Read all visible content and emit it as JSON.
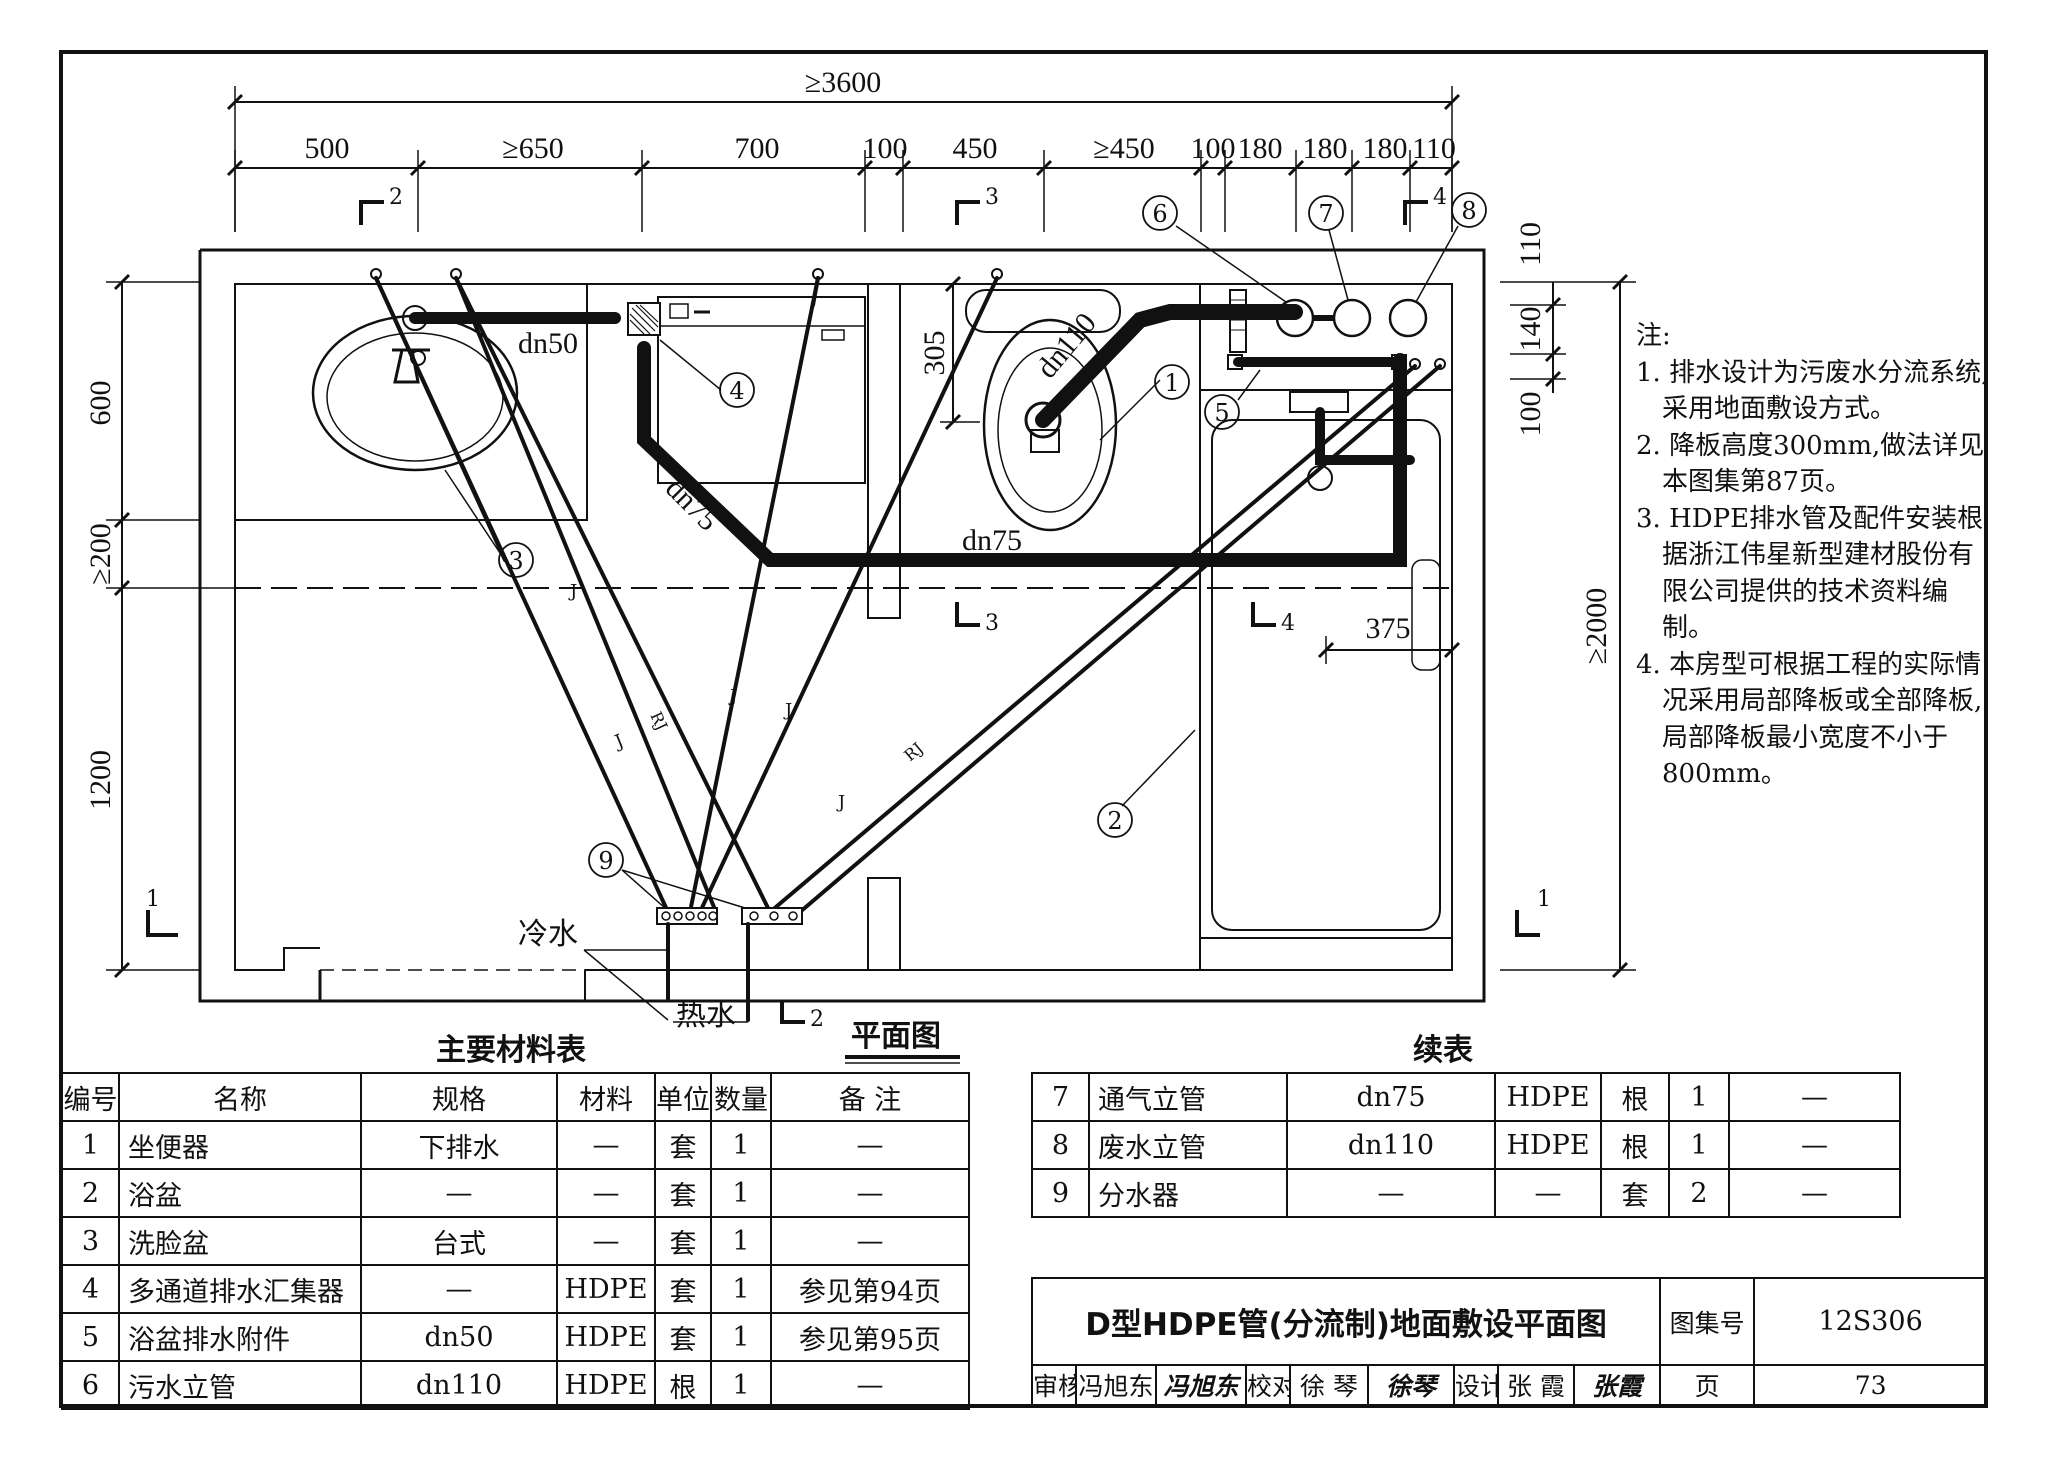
{
  "plan": {
    "dims_top": {
      "total": "≥3600",
      "segments": [
        "500",
        "≥650",
        "700",
        "100",
        "450",
        "≥450",
        "100",
        "180",
        "180",
        "180",
        "110"
      ]
    },
    "dims_left": [
      "600",
      "≥200",
      "1200"
    ],
    "dims_right": {
      "total": "≥2000",
      "segments": [
        "110",
        "140",
        "100"
      ]
    },
    "dims_inner": {
      "d305": "305",
      "d375": "375"
    },
    "pipe_labels": {
      "dn50": "dn50",
      "dn75_diag": "dn75",
      "dn75_main": "dn75",
      "dn110": "dn110"
    },
    "supply_labels": [
      "J",
      "RJ",
      "J",
      "J",
      "J",
      "J",
      "RJ"
    ],
    "section_marks": [
      "2",
      "3",
      "4",
      "1",
      "1",
      "3",
      "4",
      "2"
    ],
    "callouts": [
      "1",
      "2",
      "3",
      "4",
      "5",
      "6",
      "7",
      "8",
      "9"
    ],
    "cold_water": "冷水",
    "hot_water": "热水",
    "plan_title": "平面图"
  },
  "notes": {
    "title": "注:",
    "items": [
      "1. 排水设计为污废水分流系统,采用地面敷设方式。",
      "2. 降板高度300mm,做法详见本图集第87页。",
      "3. HDPE排水管及配件安装根据浙江伟星新型建材股份有限公司提供的技术资料编制。",
      "4. 本房型可根据工程的实际情况采用局部降板或全部降板,局部降板最小宽度不小于800mm。"
    ]
  },
  "materials": {
    "title": "主要材料表",
    "headers": [
      "编号",
      "名称",
      "规格",
      "材料",
      "单位",
      "数量",
      "备 注"
    ],
    "rows": [
      [
        "1",
        "坐便器",
        "下排水",
        "—",
        "套",
        "1",
        "—"
      ],
      [
        "2",
        "浴盆",
        "—",
        "—",
        "套",
        "1",
        "—"
      ],
      [
        "3",
        "洗脸盆",
        "台式",
        "—",
        "套",
        "1",
        "—"
      ],
      [
        "4",
        "多通道排水汇集器",
        "—",
        "HDPE",
        "套",
        "1",
        "参见第94页"
      ],
      [
        "5",
        "浴盆排水附件",
        "dn50",
        "HDPE",
        "套",
        "1",
        "参见第95页"
      ],
      [
        "6",
        "污水立管",
        "dn110",
        "HDPE",
        "根",
        "1",
        "—"
      ]
    ]
  },
  "continued": {
    "title": "续表",
    "rows": [
      [
        "7",
        "通气立管",
        "dn75",
        "HDPE",
        "根",
        "1",
        "—"
      ],
      [
        "8",
        "废水立管",
        "dn110",
        "HDPE",
        "根",
        "1",
        "—"
      ],
      [
        "9",
        "分水器",
        "—",
        "—",
        "套",
        "2",
        "—"
      ]
    ]
  },
  "title_block": {
    "drawing_title": "D型HDPE管(分流制)地面敷设平面图",
    "atlas_label": "图集号",
    "atlas_no": "12S306",
    "review_label": "审核",
    "review_name": "冯旭东",
    "review_sig": "冯旭东",
    "check_label": "校对",
    "check_name": "徐 琴",
    "check_sig": "徐琴",
    "design_label": "设计",
    "design_name": "张 霞",
    "design_sig": "张霞",
    "page_label": "页",
    "page_no": "73"
  }
}
